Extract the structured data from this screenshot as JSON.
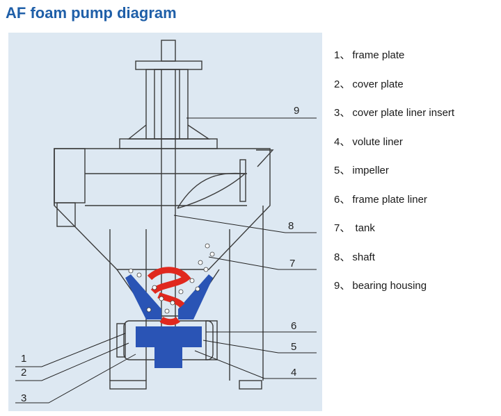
{
  "title": "AF foam pump diagram",
  "legend": [
    {
      "num": "1",
      "label": "frame plate"
    },
    {
      "num": "2",
      "label": "cover plate"
    },
    {
      "num": "3",
      "label": "cover  plate liner insert"
    },
    {
      "num": "4",
      "label": "volute liner"
    },
    {
      "num": "5",
      "label": "impeller"
    },
    {
      "num": "6",
      "label": "frame plate liner"
    },
    {
      "num": "7",
      "label": " tank"
    },
    {
      "num": "8",
      "label": "shaft"
    },
    {
      "num": "9",
      "label": "bearing housing"
    }
  ],
  "callouts": {
    "c1": "1",
    "c2": "2",
    "c3": "3",
    "c4": "4",
    "c5": "5",
    "c6": "6",
    "c7": "7",
    "c8": "8",
    "c9": "9"
  },
  "colors": {
    "title": "#1f5fa8",
    "panel": "#dde8f2",
    "pump_blue": "#2a54b5",
    "impeller_red": "#e0281e",
    "line": "#3a3a3a"
  }
}
